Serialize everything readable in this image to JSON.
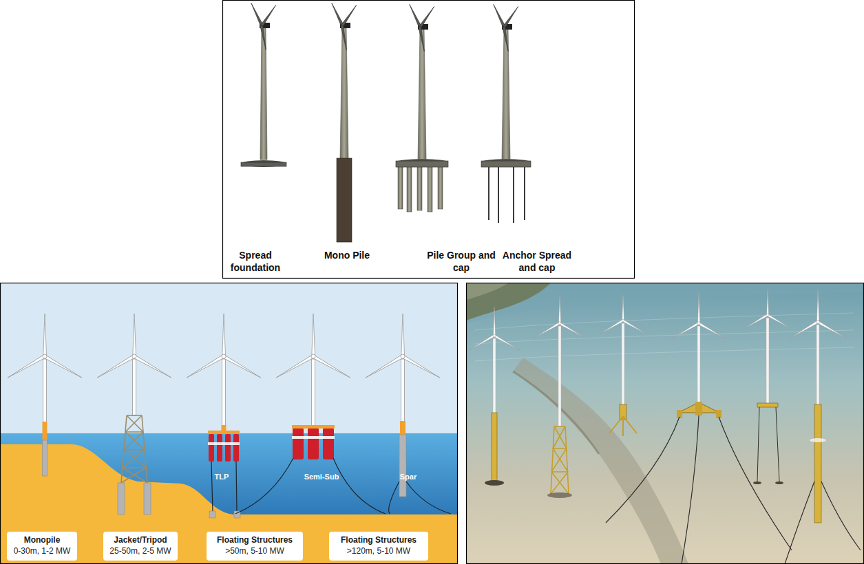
{
  "diagram": {
    "nodes": [
      {
        "text": [
          "Monopile",
          "0-30m, 1-2 MW"
        ]
      },
      {
        "text": [
          "Jacket/Tripod",
          "25-50m, 2-5 MW"
        ]
      },
      {
        "text": [
          "Floating Structures",
          ">50m, 5-10 MW"
        ]
      },
      {
        "text": [
          "Floating Structures",
          ">120m, 5-10 MW"
        ]
      }
    ],
    "labels": [
      "Spread foundation",
      "Mono Pile",
      "Pile Group and cap",
      "Anchor Spread and cap",
      "TLP",
      "Semi-Sub",
      "Spar"
    ]
  }
}
